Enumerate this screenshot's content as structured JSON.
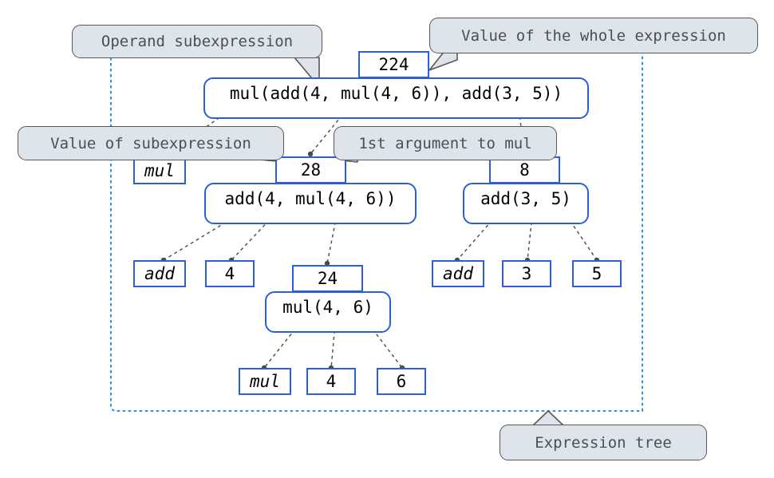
{
  "diagram": {
    "title": "Expression tree",
    "accent_blue": "#2a5fdb",
    "dashed_blue": "#2f8fd8",
    "callout_bg": "#dee4e9",
    "callout_border": "#55595c",
    "callout_text": "#4a4f54"
  },
  "callouts": {
    "operand_subexpression": "Operand subexpression",
    "whole_expression_value": "Value of the whole expression",
    "value_of_subexpression": "Value of subexpression",
    "first_argument_to_mul": "1st argument to mul",
    "expression_tree": "Expression tree"
  },
  "nodes": {
    "root_expr": "mul(add(4, mul(4, 6)), add(3, 5))",
    "root_value": "224",
    "left_expr": "add(4, mul(4, 6))",
    "left_value": "28",
    "right_expr": "add(3, 5)",
    "right_value": "8",
    "inner_expr": "mul(4, 6)",
    "inner_value": "24"
  },
  "leaves": {
    "root_op": "mul",
    "left_op": "add",
    "left_arg1": "4",
    "right_op": "add",
    "right_arg1": "3",
    "right_arg2": "5",
    "inner_op": "mul",
    "inner_arg1": "4",
    "inner_arg2": "6"
  },
  "chart_data": {
    "type": "diagram",
    "title": "Expression tree",
    "tree": {
      "expression": "mul(add(4, mul(4, 6)), add(3, 5))",
      "value": "224",
      "operator_leaf": "mul",
      "children": [
        {
          "expression": "add(4, mul(4, 6))",
          "value": "28",
          "operator_leaf": "add",
          "children": [
            {
              "expression": "4",
              "value": "4",
              "leaf": true
            },
            {
              "expression": "mul(4, 6)",
              "value": "24",
              "operator_leaf": "mul",
              "children": [
                {
                  "expression": "4",
                  "value": "4",
                  "leaf": true
                },
                {
                  "expression": "6",
                  "value": "6",
                  "leaf": true
                }
              ]
            }
          ]
        },
        {
          "expression": "add(3, 5)",
          "value": "8",
          "operator_leaf": "add",
          "children": [
            {
              "expression": "3",
              "value": "3",
              "leaf": true
            },
            {
              "expression": "5",
              "value": "5",
              "leaf": true
            }
          ]
        }
      ]
    },
    "annotations": [
      "Operand subexpression",
      "Value of the whole expression",
      "Value of subexpression",
      "1st argument to mul",
      "Expression tree"
    ]
  }
}
